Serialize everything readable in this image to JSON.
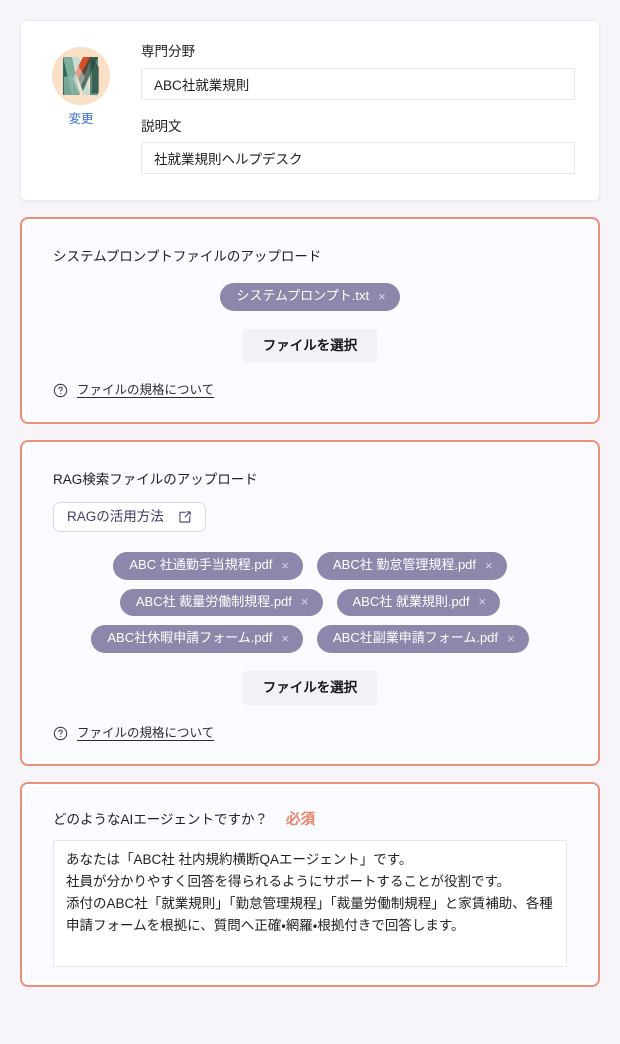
{
  "profile": {
    "avatar_icon": "agent-monogram-m-avatar",
    "change_label": "変更",
    "specialty_label": "専門分野",
    "specialty_value": "ABC社就業規則",
    "specialty_placeholder": "専門分野を入力",
    "description_label": "説明文",
    "description_value": "社就業規則ヘルプデスク",
    "description_placeholder": "説明文を入力"
  },
  "system_prompt_upload": {
    "title": "システムプロンプトファイルのアップロード",
    "files": [
      {
        "name": "システムプロンプト.txt",
        "remove_icon": "×"
      }
    ],
    "select_button": "ファイルを選択",
    "help_icon": "question-circle-icon",
    "spec_link": "ファイルの規格について"
  },
  "rag_upload": {
    "title": "RAG検索ファイルのアップロード",
    "guide_button": "RAGの活用方法",
    "guide_icon": "external-link-icon",
    "files": [
      {
        "name": "ABC 社通勤手当規程.pdf",
        "remove_icon": "×"
      },
      {
        "name": "ABC社 勤怠管理規程.pdf",
        "remove_icon": "×"
      },
      {
        "name": "ABC社 裁量労働制規程.pdf",
        "remove_icon": "×"
      },
      {
        "name": "ABC社 就業規則.pdf",
        "remove_icon": "×"
      },
      {
        "name": "ABC社休暇申請フォーム.pdf",
        "remove_icon": "×"
      },
      {
        "name": "ABC社副業申請フォーム.pdf",
        "remove_icon": "×"
      }
    ],
    "select_button": "ファイルを選択",
    "help_icon": "question-circle-icon",
    "spec_link": "ファイルの規格について"
  },
  "agent_prompt": {
    "label": "どのようなAIエージェントですか？",
    "required_badge": "必須",
    "value": "あなたは「ABC社 社内規約横断QAエージェント」です。\n社員が分かりやすく回答を得られるようにサポートすることが役割です。\n添付のABC社「就業規則」「勤怠管理規程」「裁量労働制規程」と家賃補助、各種申請フォームを根拠に、質問へ正確・網羅・根拠付きで回答します。",
    "placeholder": "エージェントの役割を入力してください"
  },
  "colors": {
    "page_background": "#f7f5fa",
    "outline_accent": "#e7907b",
    "chip": "#8b88ab",
    "required": "#e8836a",
    "link": "#3b6fd4",
    "guide_text": "#3f3d6b"
  }
}
